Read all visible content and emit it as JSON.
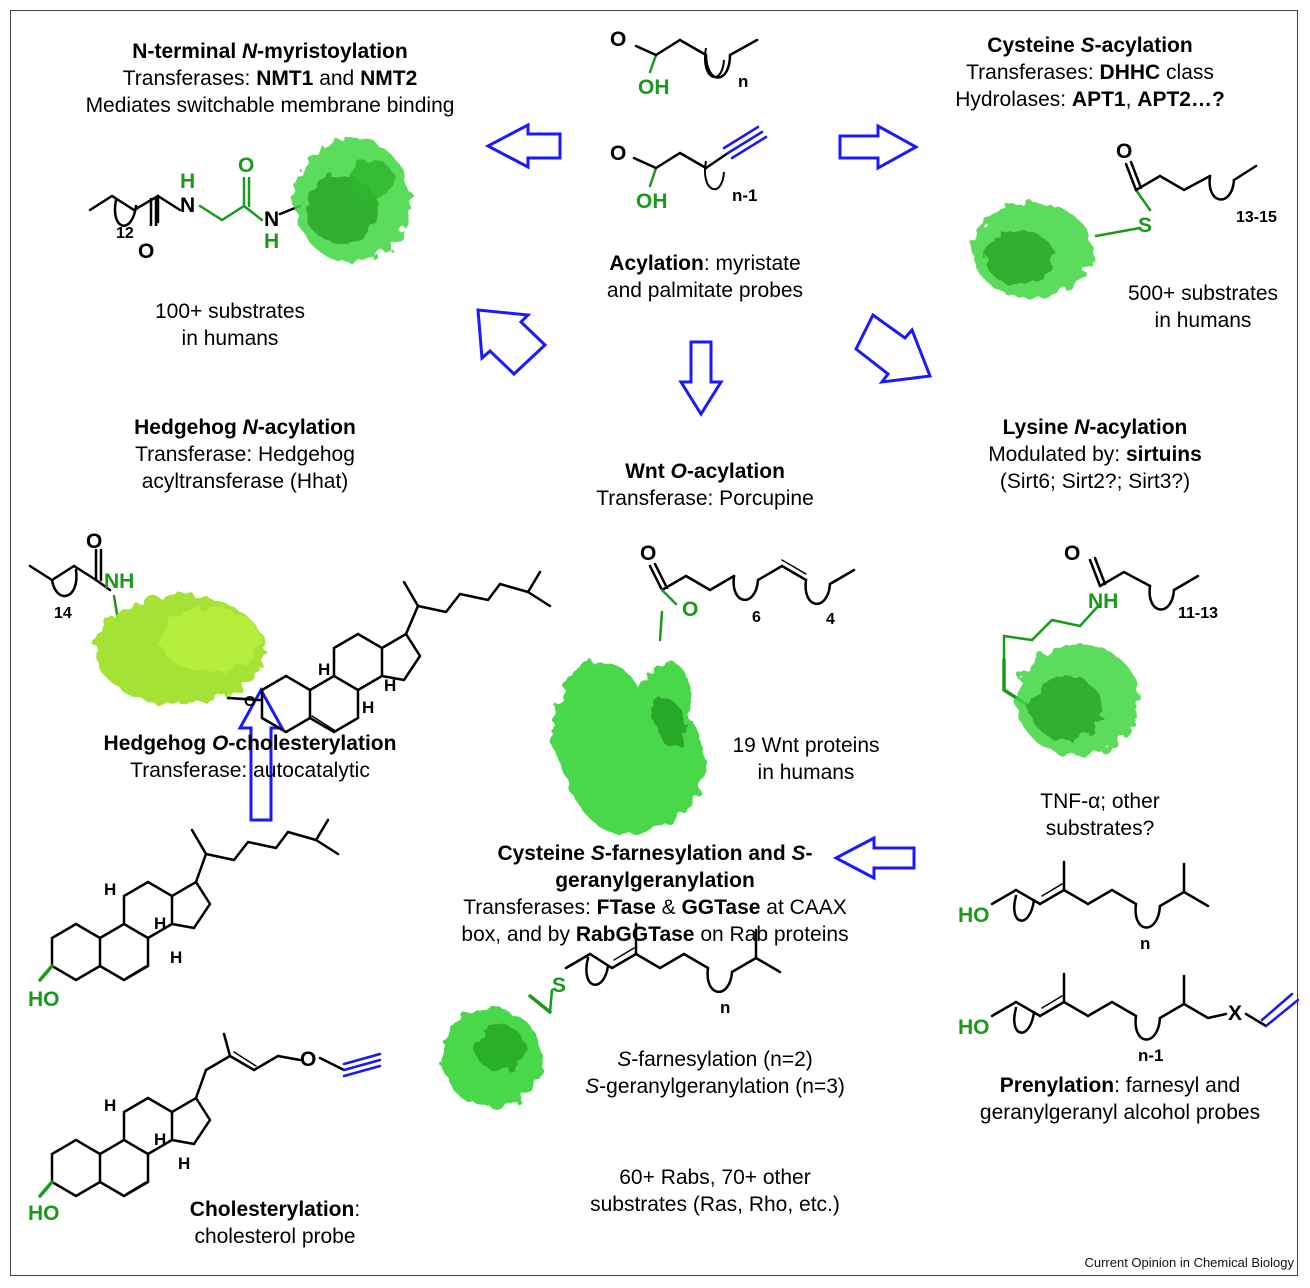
{
  "colors": {
    "arrow": "#1a1aff",
    "green": "#1a9a1a",
    "protein": "#3fd63f",
    "protein_dark": "#1f9c1f",
    "protein_yg": "#9fe22a",
    "alkyne": "#1a1aee"
  },
  "center": {
    "title": "Acylation",
    "rest1": ": myristate",
    "line2": "and palmitate probes",
    "n_label": "n",
    "n1_label": "n-1"
  },
  "nmyr": {
    "title_a": "N-terminal ",
    "title_b": "N",
    "title_c": "-myristoylation",
    "line2_a": "Transferases: ",
    "line2_b": "NMT1",
    "line2_c": " and ",
    "line2_d": "NMT2",
    "line3": "Mediates switchable membrane binding",
    "count1": "100+ substrates",
    "count2": "in humans",
    "sub12": "12"
  },
  "cys": {
    "title_a": "Cysteine ",
    "title_b": "S",
    "title_c": "-acylation",
    "line2_a": "Transferases: ",
    "line2_b": "DHHC",
    "line2_c": " class",
    "line3_a": "Hydrolases: ",
    "line3_b": "APT1",
    "line3_c": ", ",
    "line3_d": "APT2…?",
    "count1": "500+ substrates",
    "count2": "in humans",
    "sub": "13-15"
  },
  "hh_n": {
    "title_a": "Hedgehog ",
    "title_b": "N",
    "title_c": "-acylation",
    "line2": "Transferase: Hedgehog",
    "line3": "acyltransferase (Hhat)",
    "sub14": "14"
  },
  "wnt": {
    "title_a": "Wnt ",
    "title_b": "O",
    "title_c": "-acylation",
    "line2": "Transferase: Porcupine",
    "count1": "19 Wnt proteins",
    "count2": "in humans",
    "sub6": "6",
    "sub4": "4"
  },
  "lys": {
    "title_a": "Lysine ",
    "title_b": "N",
    "title_c": "-acylation",
    "line2_a": "Modulated by: ",
    "line2_b": "sirtuins",
    "line3": "(Sirt6; Sirt2?; Sirt3?)",
    "count1": "TNF-α; other",
    "count2": "substrates?",
    "sub": "11-13"
  },
  "hh_o": {
    "title_a": "Hedgehog ",
    "title_b": "O",
    "title_c": "-cholesterylation",
    "line2": "Transferase: autocatalytic"
  },
  "prenyl_main": {
    "title_a": "Cysteine ",
    "title_b": "S",
    "title_c": "-farnesylation and ",
    "title_d": "S",
    "title_e": "-",
    "title_line2": "geranylgeranylation",
    "line3_a": "Transferases: ",
    "line3_b": "FTase",
    "line3_c": " & ",
    "line3_d": "GGTase",
    "line3_e": " at CAAX",
    "line4_a": "box, and by ",
    "line4_b": "RabGGTase",
    "line4_c": " on Rab proteins",
    "far_a": "S",
    "far_b": "-farnesylation (n=2)",
    "gg_a": "S",
    "gg_b": "-geranylgeranylation (n=3)",
    "count1": "60+ Rabs, 70+ other",
    "count2": "substrates (Ras, Rho, etc.)"
  },
  "prenyl_probe": {
    "title": "Prenylation",
    "rest1": ": farnesyl and",
    "line2": "geranylgeranyl alcohol probes",
    "x_label": "X"
  },
  "chol_probe": {
    "title": "Cholesterylation",
    "rest1": ":",
    "line2": "cholesterol probe"
  },
  "atoms": {
    "O": "O",
    "OH": "OH",
    "HO": "HO",
    "H": "H",
    "NH": "NH",
    "N": "N",
    "S": "S"
  },
  "credit": "Current Opinion in Chemical Biology"
}
